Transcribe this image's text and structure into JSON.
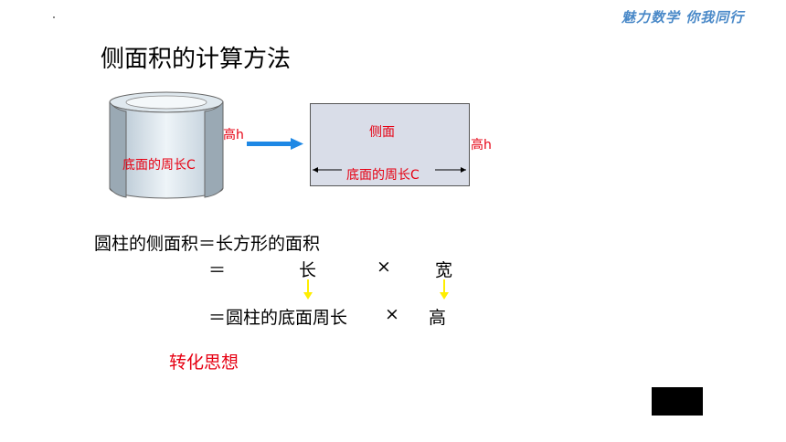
{
  "brand": "魅力数学 你我同行",
  "title": "侧面积的计算方法",
  "cylinder": {
    "height_label": "高h",
    "base_label": "底面的周长C"
  },
  "rectangle": {
    "side_label": "侧面",
    "height_label": "高h",
    "base_label": "底面的周长C"
  },
  "formula": {
    "line1": "圆柱的侧面积＝长方形的面积",
    "eq2": "＝",
    "length": "长",
    "times": "×",
    "width": "宽",
    "line3_left": "＝圆柱的底面周长",
    "height": "高"
  },
  "note": "转化思想",
  "colors": {
    "accent_red": "#e60012",
    "arrow_blue": "#1e88e5",
    "arrow_yellow": "#ffee00",
    "brand_blue": "#4a89c8"
  }
}
